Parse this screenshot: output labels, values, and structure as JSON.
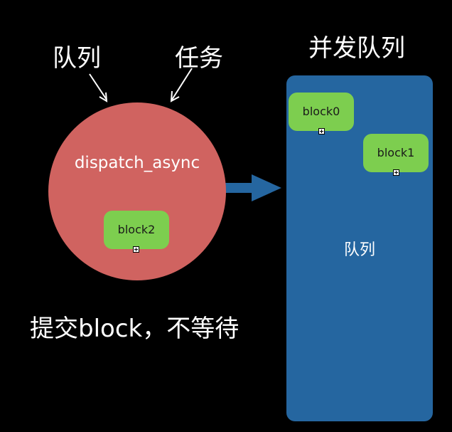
{
  "labels": {
    "queue": "队列",
    "task": "任务",
    "concurrent_queue": "并发队列",
    "caption": "提交block，不等待"
  },
  "circle": {
    "label": "dispatch_async",
    "block": "block2"
  },
  "queue_box": {
    "label": "队列",
    "blocks": [
      "block0",
      "block1"
    ]
  },
  "colors": {
    "background": "#000000",
    "circle": "#d06360",
    "queue_box": "#2566a0",
    "block": "#7dce4f",
    "arrow": "#2566a0",
    "text": "#ffffff"
  }
}
